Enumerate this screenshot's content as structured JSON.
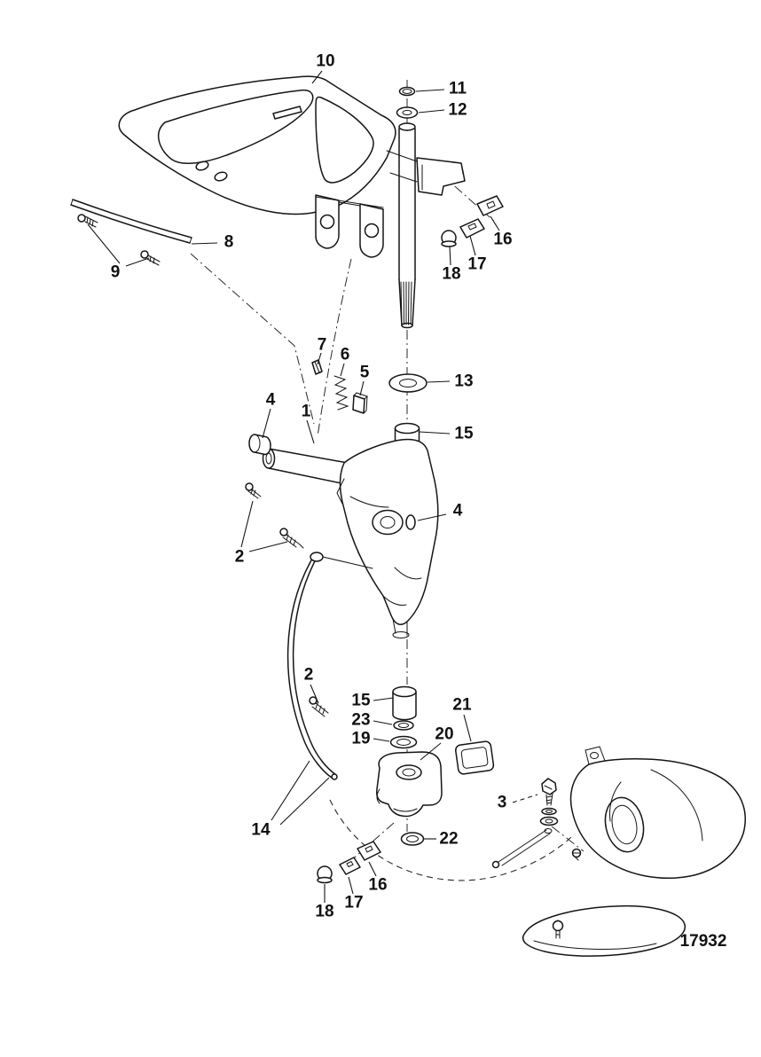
{
  "diagram": {
    "drawing_number": "17932",
    "line_color": "#151515",
    "background_color": "#ffffff",
    "callouts": [
      {
        "label": "10"
      },
      {
        "label": "11"
      },
      {
        "label": "12"
      },
      {
        "label": "8"
      },
      {
        "label": "9"
      },
      {
        "label": "16"
      },
      {
        "label": "17"
      },
      {
        "label": "18"
      },
      {
        "label": "7"
      },
      {
        "label": "6"
      },
      {
        "label": "5"
      },
      {
        "label": "13"
      },
      {
        "label": "4"
      },
      {
        "label": "1"
      },
      {
        "label": "15"
      },
      {
        "label": "4"
      },
      {
        "label": "2"
      },
      {
        "label": "2"
      },
      {
        "label": "15"
      },
      {
        "label": "23"
      },
      {
        "label": "19"
      },
      {
        "label": "21"
      },
      {
        "label": "20"
      },
      {
        "label": "3"
      },
      {
        "label": "22"
      },
      {
        "label": "14"
      },
      {
        "label": "16"
      },
      {
        "label": "17"
      },
      {
        "label": "18"
      }
    ]
  }
}
